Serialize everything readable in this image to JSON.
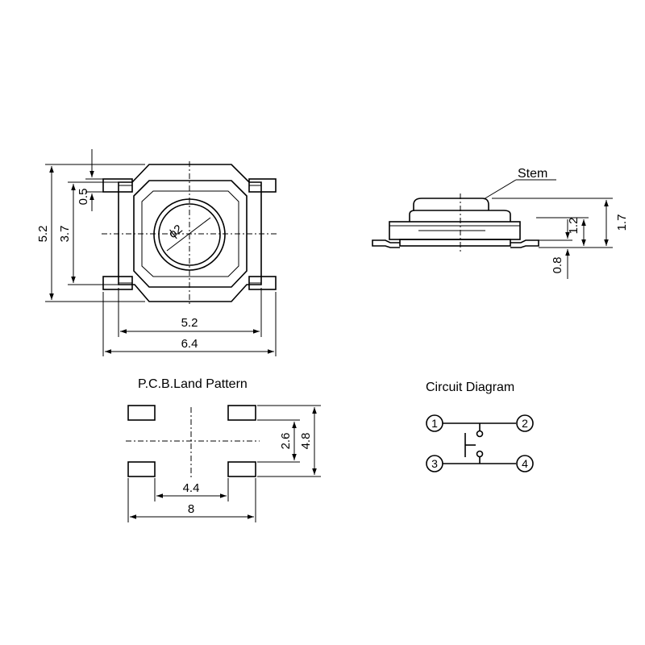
{
  "top_view": {
    "height_outer": "5.2",
    "height_inner": "3.7",
    "lead_width": "0.5",
    "stem_diameter": "ϕ2",
    "width_body": "5.2",
    "width_overall": "6.4"
  },
  "side_view": {
    "stem_label": "Stem",
    "total_height": "1.7",
    "body_height": "1.2",
    "lead_height": "0.8"
  },
  "land_pattern": {
    "title": "P.C.B.Land Pattern",
    "inner_width": "4.4",
    "outer_width": "8",
    "inner_height": "2.6",
    "outer_height": "4.8"
  },
  "circuit": {
    "title": "Circuit Diagram",
    "pins": [
      "1",
      "2",
      "3",
      "4"
    ]
  }
}
